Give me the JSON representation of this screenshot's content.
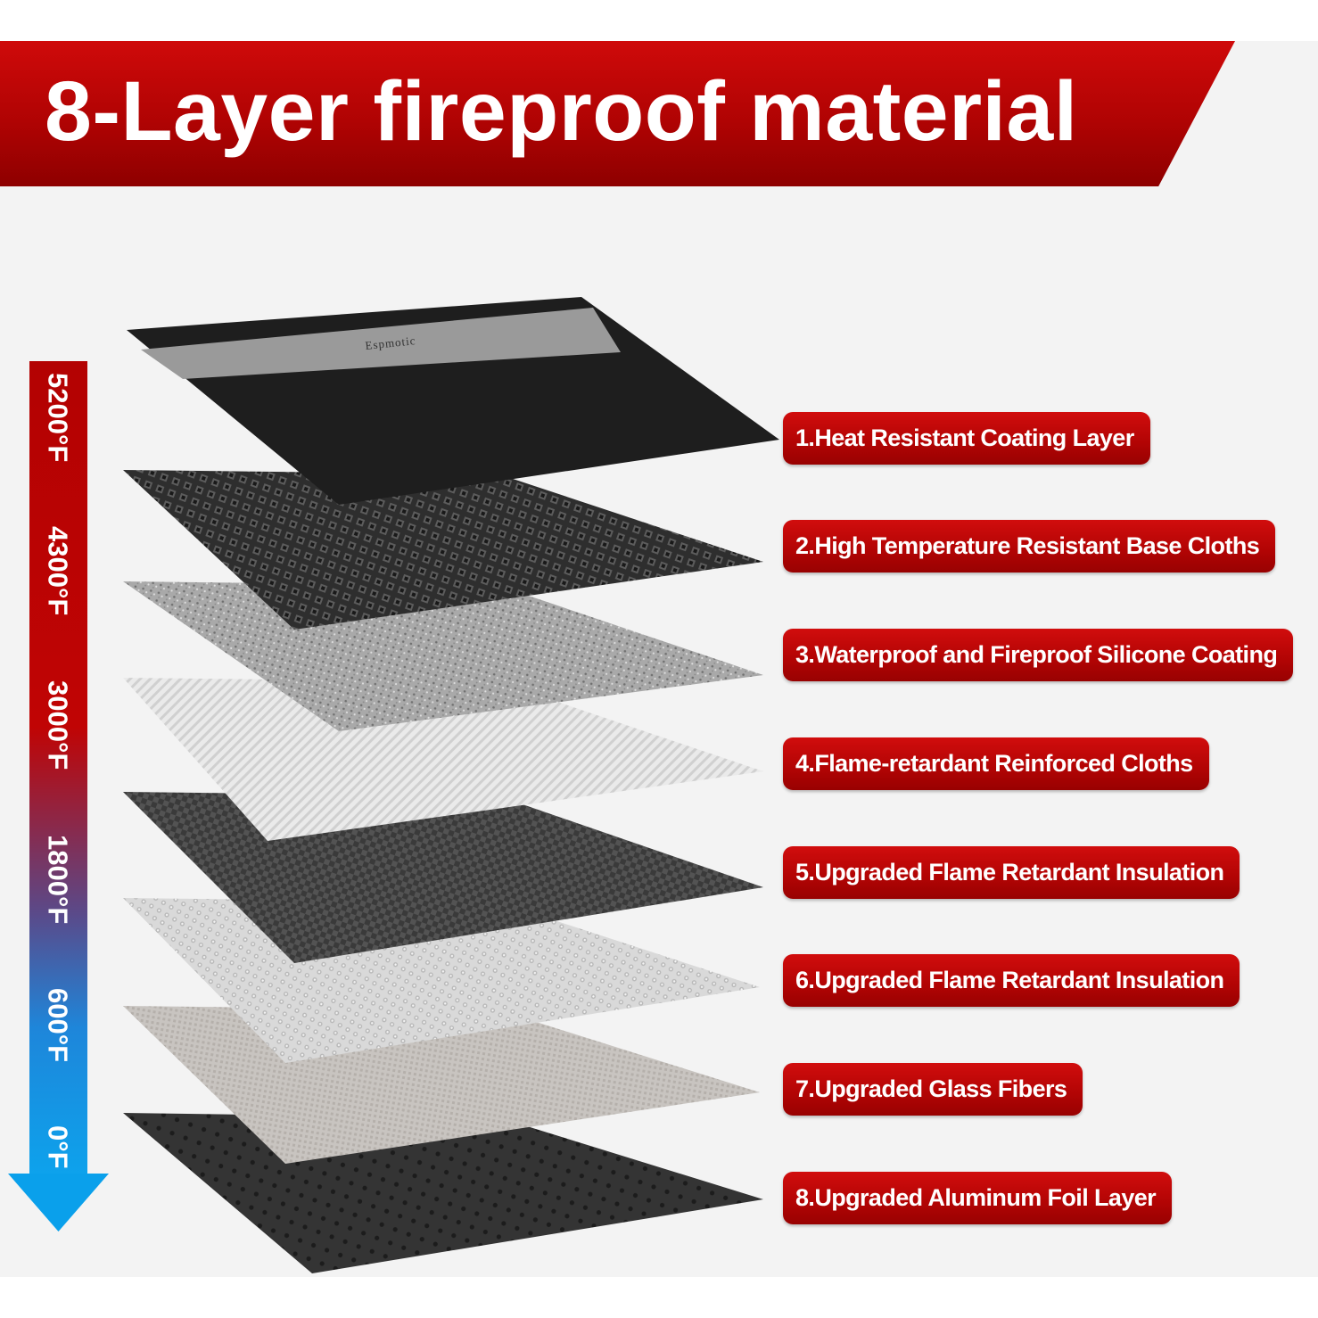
{
  "title": "8-Layer fireproof material",
  "brand_mark": "Espmotic",
  "temperature_scale": [
    "5200°F",
    "4300°F",
    "3000°F",
    "1800°F",
    "600°F",
    "0°F"
  ],
  "layers": [
    {
      "label": "1.Heat Resistant Coating Layer"
    },
    {
      "label": "2.High Temperature Resistant Base Cloths"
    },
    {
      "label": "3.Waterproof and Fireproof Silicone Coating"
    },
    {
      "label": "4.Flame-retardant Reinforced Cloths"
    },
    {
      "label": "5.Upgraded Flame Retardant Insulation"
    },
    {
      "label": "6.Upgraded Flame Retardant Insulation"
    },
    {
      "label": "7.Upgraded Glass Fibers"
    },
    {
      "label": "8.Upgraded Aluminum Foil Layer"
    }
  ],
  "colors": {
    "accent_red": "#b30202",
    "scale_blue": "#0aa0eb",
    "label_text": "#ffffff"
  }
}
